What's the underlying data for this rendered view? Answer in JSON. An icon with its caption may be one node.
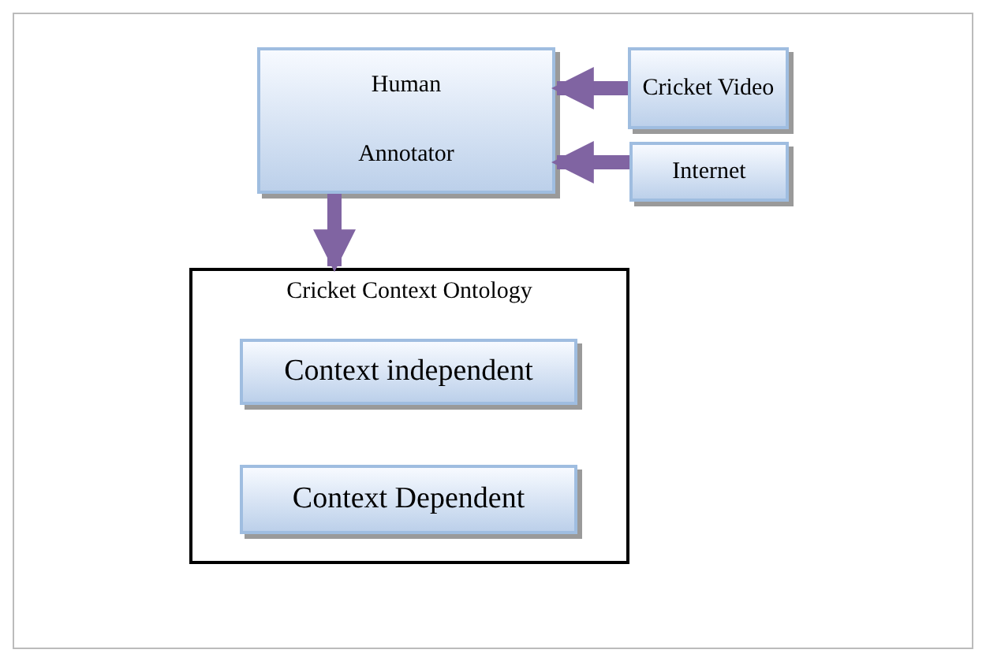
{
  "diagram": {
    "nodes": [
      {
        "text": [
          "Human",
          "Annotator"
        ]
      },
      {
        "text": [
          "Cricket Video"
        ]
      },
      {
        "text": [
          "Internet"
        ]
      },
      {
        "text": [
          "Cricket Context Ontology"
        ]
      },
      {
        "text": [
          "Context independent"
        ],
        "in": 3
      },
      {
        "text": [
          "Context Dependent"
        ],
        "in": 3
      }
    ],
    "edges": [
      {
        "from": 1,
        "to": 0,
        "arrow": "to"
      },
      {
        "from": 2,
        "to": 0,
        "arrow": "to"
      },
      {
        "from": 0,
        "to": 3,
        "arrow": "to"
      }
    ]
  }
}
